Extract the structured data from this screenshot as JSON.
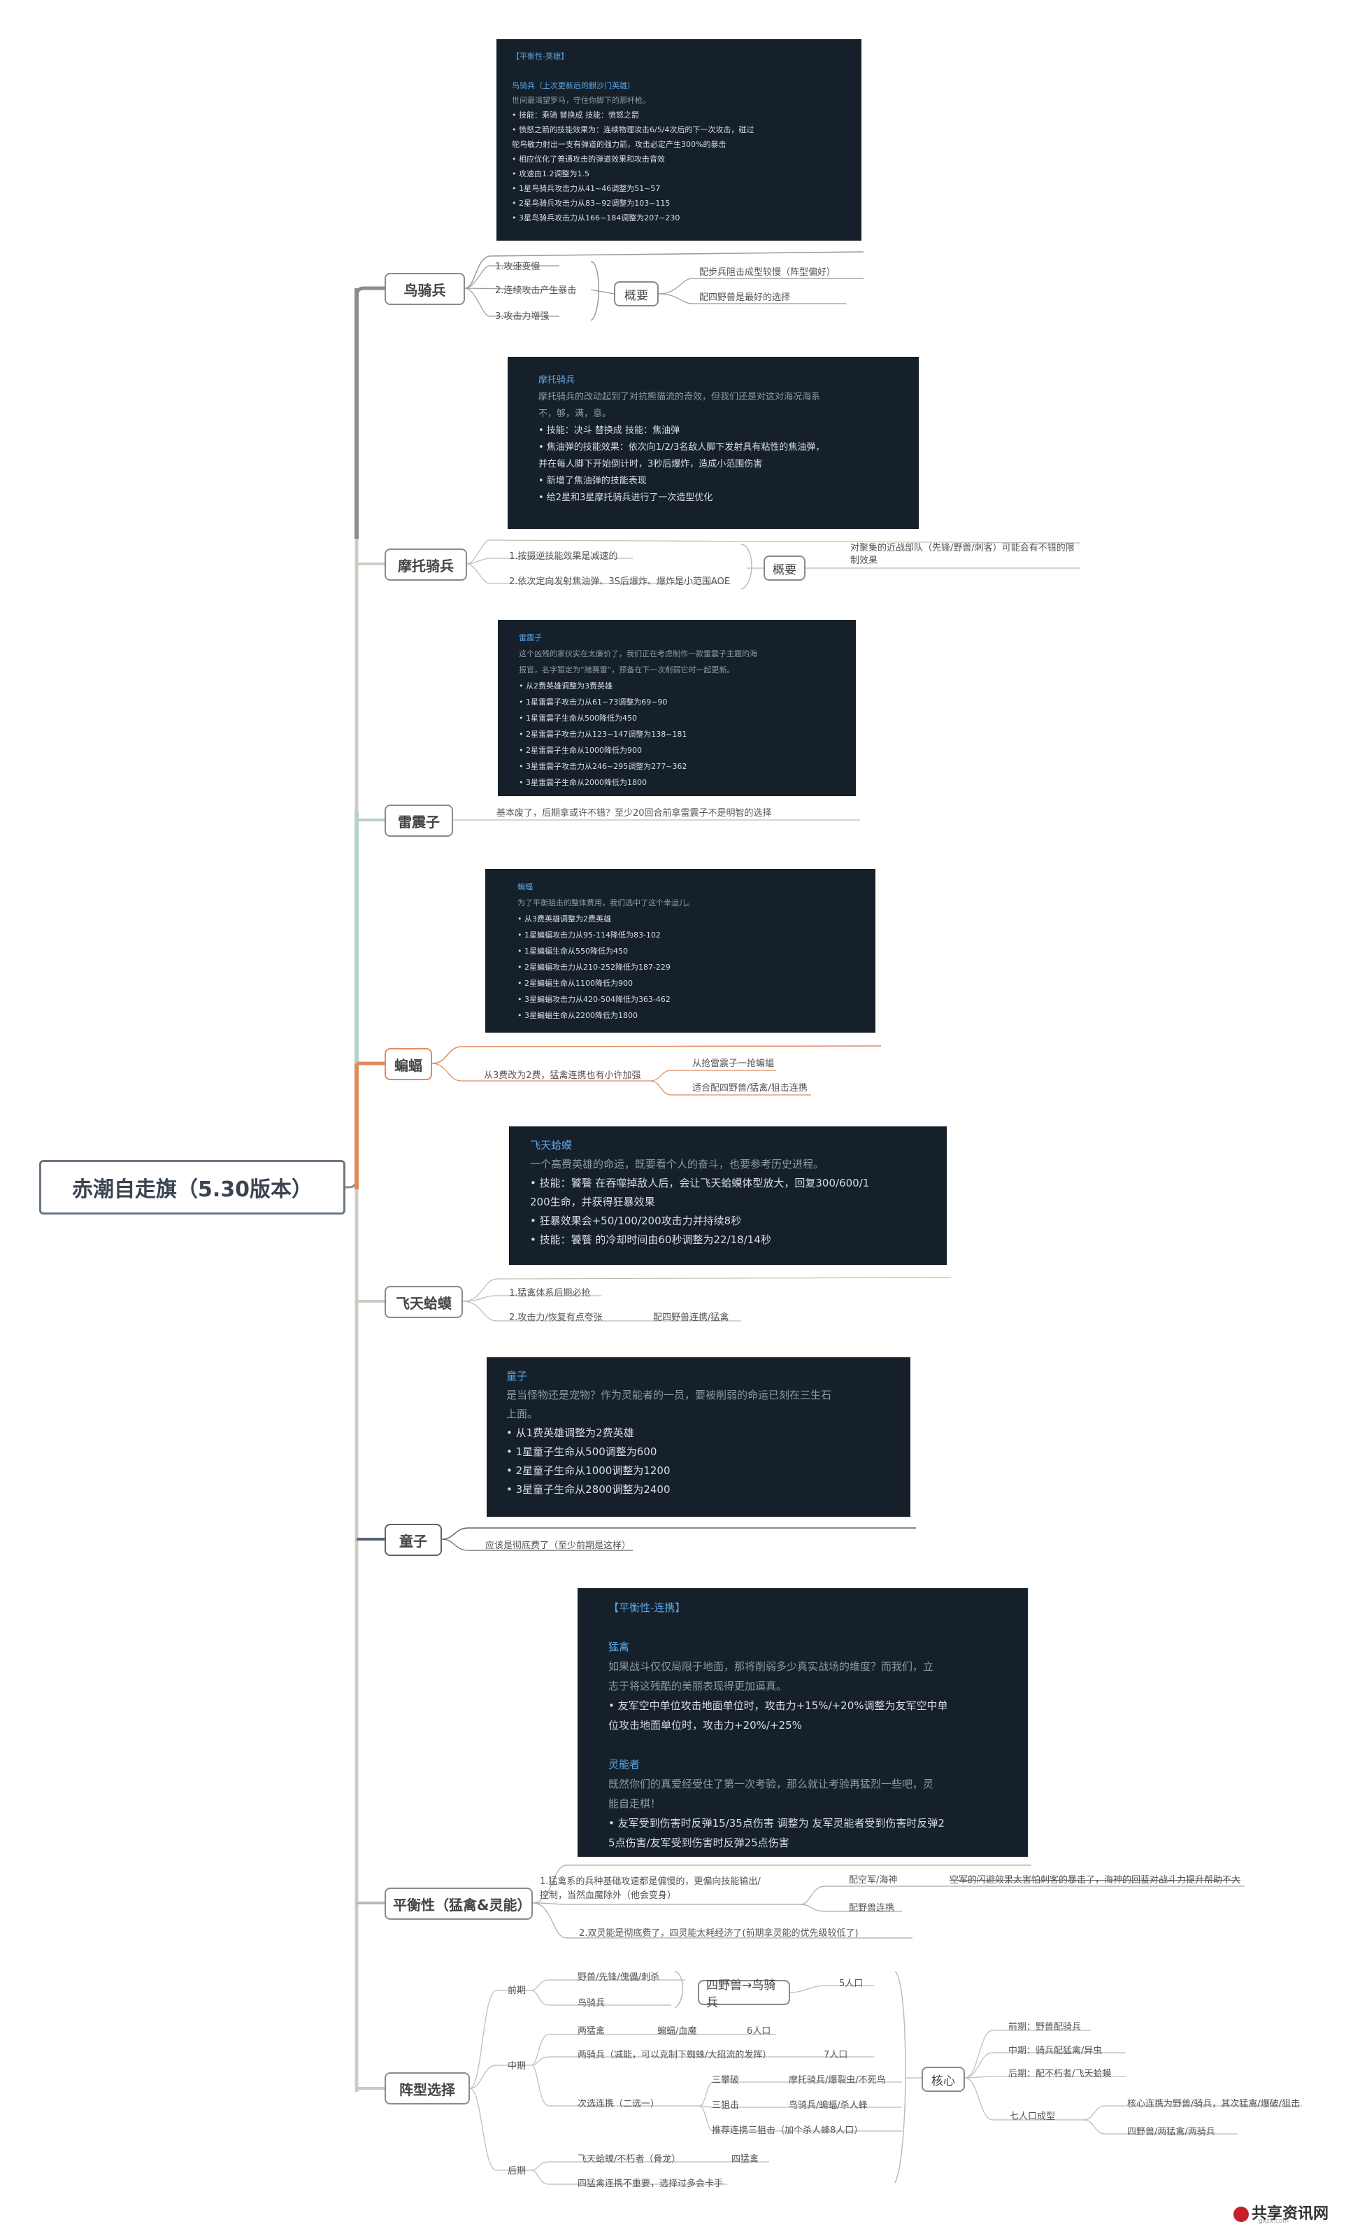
{
  "root": "赤潮自走旗（5.30版本）",
  "branches": {
    "b1": {
      "label": "鸟骑兵",
      "panel": {
        "lines": [
          {
            "text": "【平衡性-英雄】",
            "cls": "hd"
          },
          {
            "text": "",
            "cls": ""
          },
          {
            "text": "鸟骑兵（上次更新后的麒沙门英雄）",
            "cls": "hd"
          },
          {
            "text": "世间最渴望罗马，守住你脚下的那杆枪。",
            "cls": "muted"
          },
          {
            "text": "• 技能：乘骑 替换成 技能：愤怒之箭",
            "cls": ""
          },
          {
            "text": "• 愤怒之箭的技能效果为：连续物理攻击6/5/4次后的下一次攻击，碰过",
            "cls": ""
          },
          {
            "text": "鸵鸟敏力射出一支有弹道的强力箭，攻击必定产生300%的暴击",
            "cls": ""
          },
          {
            "text": "• 相应优化了普通攻击的弹道效果和攻击音效",
            "cls": ""
          },
          {
            "text": "• 攻速由1.2调整为1.5",
            "cls": ""
          },
          {
            "text": "• 1星鸟骑兵攻击力从41~46调整为51~57",
            "cls": ""
          },
          {
            "text": "• 2星鸟骑兵攻击力从83~92调整为103~115",
            "cls": ""
          },
          {
            "text": "• 3星鸟骑兵攻击力从166~184调整为207~230",
            "cls": ""
          }
        ]
      },
      "items": [
        "1.攻速变慢",
        "2.连续攻击产生暴击",
        "3.攻击力增强"
      ],
      "summary": "概要",
      "notes": [
        "配步兵阻击成型较慢（阵型偏好）",
        "配四野兽是最好的选择"
      ]
    },
    "b2": {
      "label": "摩托骑兵",
      "panel": {
        "lines": [
          {
            "text": "摩托骑兵",
            "cls": "hd"
          },
          {
            "text": "摩托骑兵的改动起到了对抗熊猫流的奇效，但我们还是对这对海况海系",
            "cls": "muted"
          },
          {
            "text": "不，够，满，意。",
            "cls": "muted"
          },
          {
            "text": "• 技能：决斗 替换成 技能：焦油弹",
            "cls": ""
          },
          {
            "text": "• 焦油弹的技能效果：依次向1/2/3名敌人脚下发射具有粘性的焦油弹，",
            "cls": ""
          },
          {
            "text": "并在每人脚下开始倒计时，3秒后爆炸，造成小范围伤害",
            "cls": ""
          },
          {
            "text": "• 新增了焦油弹的技能表现",
            "cls": ""
          },
          {
            "text": "• 给2星和3星摩托骑兵进行了一次造型优化",
            "cls": ""
          }
        ]
      },
      "items": [
        "1.按摄逆技能效果是减速的",
        "2.依次定向发射焦油弹、3S后爆炸、爆炸是小范围AOE"
      ],
      "summary": "概要",
      "notes": [
        "对聚集的近战部队（先锋/野兽/刺客）可能会有不错的限",
        "制效果"
      ]
    },
    "b3": {
      "label": "雷震子",
      "panel": {
        "lines": [
          {
            "text": "雷震子",
            "cls": "hd"
          },
          {
            "text": "这个凶残的家伙实在太廉价了，我们正在考虑制作一款雷震子主题的海",
            "cls": "muted"
          },
          {
            "text": "报官，名字暂定为“赌赛雷”，预备在下一次削弱它时一起更新。",
            "cls": "muted"
          },
          {
            "text": "• 从2费英雄调整为3费英雄",
            "cls": ""
          },
          {
            "text": "• 1星雷震子攻击力从61~73调整为69~90",
            "cls": ""
          },
          {
            "text": "• 1星雷震子生命从500降低为450",
            "cls": ""
          },
          {
            "text": "• 2星雷震子攻击力从123~147调整为138~181",
            "cls": ""
          },
          {
            "text": "• 2星雷震子生命从1000降低为900",
            "cls": ""
          },
          {
            "text": "• 3星雷震子攻击力从246~295调整为277~362",
            "cls": ""
          },
          {
            "text": "• 3星雷震子生命从2000降低为1800",
            "cls": ""
          }
        ]
      },
      "note": "基本废了，后期拿或许不错？至少20回合前拿雷震子不是明智的选择"
    },
    "b4": {
      "label": "蝙蝠",
      "panel": {
        "lines": [
          {
            "text": "蝙蝠",
            "cls": "hd"
          },
          {
            "text": "为了平衡狙击的整体费用，我们选中了这个幸运儿。",
            "cls": "muted"
          },
          {
            "text": "• 从3费英雄调整为2费英雄",
            "cls": ""
          },
          {
            "text": "• 1星蝙蝠攻击力从95-114降低为83-102",
            "cls": ""
          },
          {
            "text": "• 1星蝙蝠生命从550降低为450",
            "cls": ""
          },
          {
            "text": "• 2星蝙蝠攻击力从210-252降低为187-229",
            "cls": ""
          },
          {
            "text": "• 2星蝙蝠生命从1100降低为900",
            "cls": ""
          },
          {
            "text": "• 3星蝙蝠攻击力从420-504降低为363-462",
            "cls": ""
          },
          {
            "text": "• 3星蝙蝠生命从2200降低为1800",
            "cls": ""
          }
        ]
      },
      "note": "从3费改为2费，猛禽连携也有小许加强",
      "subs": [
        "从抢雷震子一抢蝙蝠",
        "适合配四野兽/猛禽/狙击连携"
      ]
    },
    "b5": {
      "label": "飞天蛤蟆",
      "panel": {
        "lines": [
          {
            "text": "飞天蛤蟆",
            "cls": "hd"
          },
          {
            "text": "一个高费英雄的命运，既要看个人的奋斗，也要参考历史进程。",
            "cls": "muted"
          },
          {
            "text": "• 技能：饕餮 在吞噬掉敌人后，会让飞天蛤蟆体型放大，回复300/600/1",
            "cls": ""
          },
          {
            "text": "200生命，并获得狂暴效果",
            "cls": ""
          },
          {
            "text": "• 狂暴效果会+50/100/200攻击力并持续8秒",
            "cls": ""
          },
          {
            "text": "• 技能：饕餮 的冷却时间由60秒调整为22/18/14秒",
            "cls": ""
          }
        ]
      },
      "items": [
        "1.猛禽体系后期必抢",
        "2.攻击力/恢复有点夸张"
      ],
      "sub": "配四野兽连携/猛禽"
    },
    "b6": {
      "label": "童子",
      "panel": {
        "lines": [
          {
            "text": "童子",
            "cls": "hd"
          },
          {
            "text": "是当怪物还是宠物？作为灵能者的一员，要被削弱的命运已刻在三生石",
            "cls": "muted"
          },
          {
            "text": "上面。",
            "cls": "muted"
          },
          {
            "text": "• 从1费英雄调整为2费英雄",
            "cls": ""
          },
          {
            "text": "• 1星童子生命从500调整为600",
            "cls": ""
          },
          {
            "text": "• 2星童子生命从1000调整为1200",
            "cls": ""
          },
          {
            "text": "• 3星童子生命从2800调整为2400",
            "cls": ""
          }
        ]
      },
      "note": "应该是彻底费了（至少前期是这样）"
    },
    "b7": {
      "label": "平衡性（猛禽&灵能）",
      "panel": {
        "lines": [
          {
            "text": "【平衡性-连携】",
            "cls": "hd"
          },
          {
            "text": "",
            "cls": ""
          },
          {
            "text": "猛禽",
            "cls": "hd"
          },
          {
            "text": "如果战斗仅仅局限于地面，那将削弱多少真实战场的维度？而我们，立",
            "cls": "muted"
          },
          {
            "text": "志于将这残酷的美丽表现得更加逼真。",
            "cls": "muted"
          },
          {
            "text": "• 友军空中单位攻击地面单位时，攻击力+15%/+20%调整为友军空中单",
            "cls": ""
          },
          {
            "text": "位攻击地面单位时，攻击力+20%/+25%",
            "cls": ""
          },
          {
            "text": "",
            "cls": ""
          },
          {
            "text": "灵能者",
            "cls": "hd"
          },
          {
            "text": "既然你们的真爱经受住了第一次考验，那么就让考验再猛烈一些吧，灵",
            "cls": "muted"
          },
          {
            "text": "能自走棋！",
            "cls": "muted"
          },
          {
            "text": "• 友军受到伤害时反弹15/35点伤害 调整为 友军灵能者受到伤害时反弹2",
            "cls": ""
          },
          {
            "text": "5点伤害/友军受到伤害时反弹25点伤害",
            "cls": ""
          }
        ]
      },
      "item1a": "1.猛禽系的兵种基础攻速都是偏慢的，更偏向技能输出/",
      "item1b": "控制，当然血魔除外（他会变身）",
      "item2": "2.双灵能是彻底费了，四灵能太耗经济了(前期拿灵能的优先级较低了)",
      "subs": [
        "配空军/海神",
        "配野兽连携"
      ],
      "strike": "空军的闪避效果太害怕刺客的暴击了，海神的回蓝对战斗力提升帮助不大"
    },
    "b8": {
      "label": "阵型选择",
      "stages": [
        "前期",
        "中期",
        "后期"
      ],
      "early_items": [
        "野兽/先锋/傀儡/刺杀",
        "鸟骑兵"
      ],
      "early_box": "四野兽→鸟骑兵",
      "early_pop": "5人口",
      "mid1": "两猛禽",
      "mid1b": "蝙蝠/血魔",
      "mid1c": "6人口",
      "mid2": "两骑兵（减能，可以克制下蜘蛛/大招流的发挥）",
      "mid2c": "7人口",
      "mid3": "次选连携（二选一）",
      "mid3_opts": [
        "三攀破",
        "三狙击",
        "推荐连携三狙击（加个杀人蜂8人口）"
      ],
      "mid3_vals": [
        "摩托骑兵/爆裂虫/不死鸟",
        "鸟骑兵/蝙蝠/杀人蜂"
      ],
      "late1": "飞天蛤蟆/不朽者（骨龙）",
      "late1b": "四猛禽",
      "late2": "四猛禽连携不重要，选择过多会卡手",
      "core": "核心",
      "core_items": [
        "前期：野兽配骑兵",
        "中期：骑兵配猛禽/异虫",
        "后期：配不朽者/飞天蛤蟆"
      ],
      "seven": "七人口成型",
      "seven_items": [
        "核心连携为野兽/骑兵，其次猛禽/爆破/狙击",
        "四野兽/两猛禽/两骑兵"
      ]
    }
  },
  "colors": {
    "b1": "#8c8c8c",
    "b2": "#cfcac3",
    "b3": "#b9d1cc",
    "b4": "#e08a5c",
    "b5": "#cfcac3",
    "b6": "#5b6470",
    "b7": "#b8b8b8",
    "b8": "#c9c9c9",
    "panel": "#16202a"
  },
  "watermark": {
    "text": "共享资讯网",
    "sub": "gxzx.com"
  }
}
